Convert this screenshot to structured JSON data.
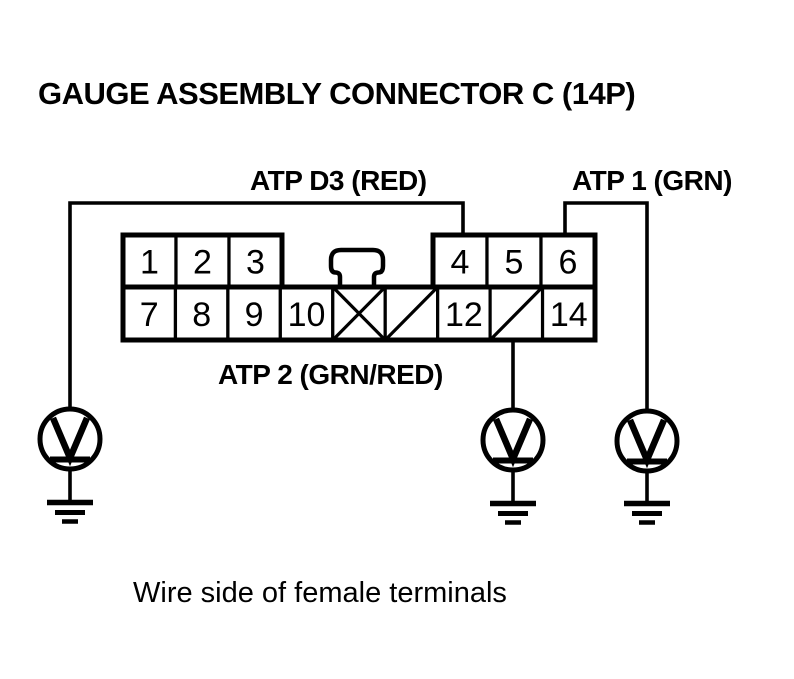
{
  "page_title": "GAUGE ASSEMBLY CONNECTOR C (14P)",
  "caption": "Wire side of female terminals",
  "wire_labels": {
    "atp_d3": "ATP D3 (RED)",
    "atp_1": "ATP 1 (GRN)",
    "atp_2": "ATP 2 (GRN/RED)"
  },
  "connector": {
    "top_row_cells": [
      {
        "label": "1",
        "mark": null
      },
      {
        "label": "2",
        "mark": null
      },
      {
        "label": "3",
        "mark": null
      },
      {
        "label": "4",
        "mark": null
      },
      {
        "label": "5",
        "mark": null
      },
      {
        "label": "6",
        "mark": null
      }
    ],
    "bottom_row_cells": [
      {
        "label": "7",
        "mark": null
      },
      {
        "label": "8",
        "mark": null
      },
      {
        "label": "9",
        "mark": null
      },
      {
        "label": "10",
        "mark": null
      },
      {
        "label": "",
        "mark": "x"
      },
      {
        "label": "",
        "mark": "slash"
      },
      {
        "label": "12",
        "mark": null
      },
      {
        "label": "",
        "mark": "slash"
      },
      {
        "label": "14",
        "mark": null
      }
    ]
  },
  "meters": {
    "symbol": "V",
    "count": 3
  },
  "colors": {
    "ink": "#000000",
    "paper": "#ffffff"
  }
}
